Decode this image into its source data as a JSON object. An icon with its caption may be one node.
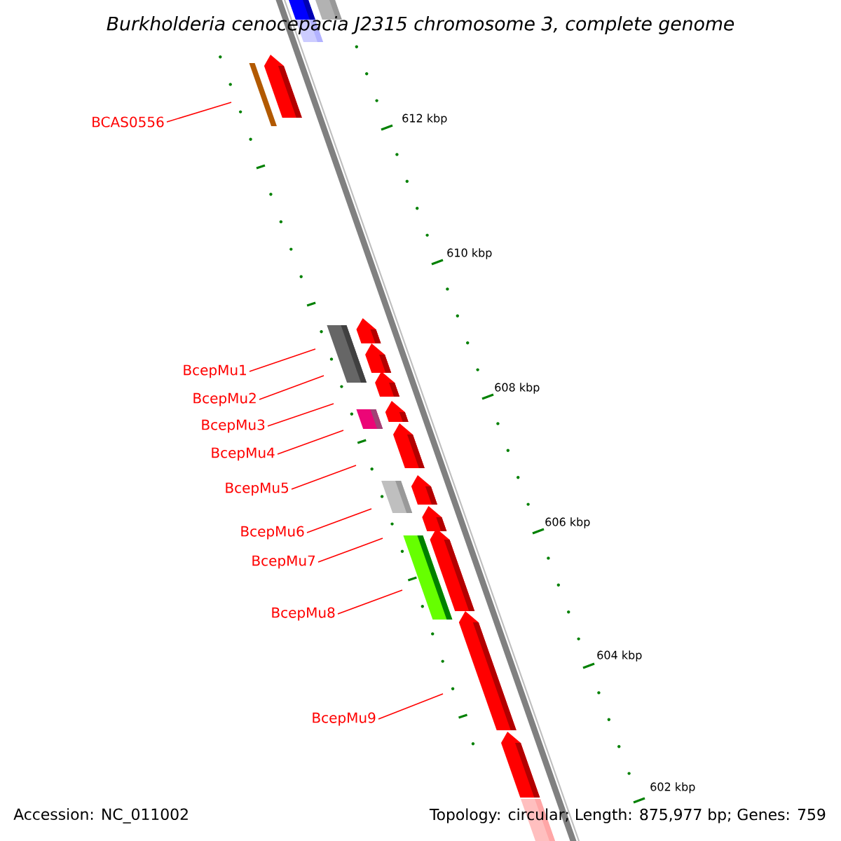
{
  "diagram": {
    "title": "Burkholderia cenocepacia J2315 chromosome 3, complete genome",
    "nodes": [
      {
        "text": [
          "BCAS0556"
        ]
      },
      {
        "text": [
          "BcepMu1"
        ]
      },
      {
        "text": [
          "BcepMu2"
        ]
      },
      {
        "text": [
          "BcepMu3"
        ]
      },
      {
        "text": [
          "BcepMu4"
        ]
      },
      {
        "text": [
          "BcepMu5"
        ]
      },
      {
        "text": [
          "BcepMu6"
        ]
      },
      {
        "text": [
          "BcepMu7"
        ]
      },
      {
        "text": [
          "BcepMu8"
        ]
      },
      {
        "text": [
          "BcepMu9"
        ]
      }
    ],
    "edges": [
      {
        "from": 0,
        "to": null,
        "arrow": "none"
      },
      {
        "from": 1,
        "to": null,
        "arrow": "none"
      },
      {
        "from": 2,
        "to": null,
        "arrow": "none"
      },
      {
        "from": 3,
        "to": null,
        "arrow": "none"
      },
      {
        "from": 4,
        "to": null,
        "arrow": "none"
      },
      {
        "from": 5,
        "to": null,
        "arrow": "none"
      },
      {
        "from": 6,
        "to": null,
        "arrow": "none"
      },
      {
        "from": 7,
        "to": null,
        "arrow": "none"
      },
      {
        "from": 8,
        "to": null,
        "arrow": "none"
      },
      {
        "from": 9,
        "to": null,
        "arrow": "none"
      }
    ],
    "labels": [
      "612 kbp",
      "610 kbp",
      "608 kbp",
      "606 kbp",
      "604 kbp",
      "602 kbp",
      "Accession: NC_011002",
      "Topology: circular; Length: 875,977 bp; Genes: 759"
    ]
  }
}
